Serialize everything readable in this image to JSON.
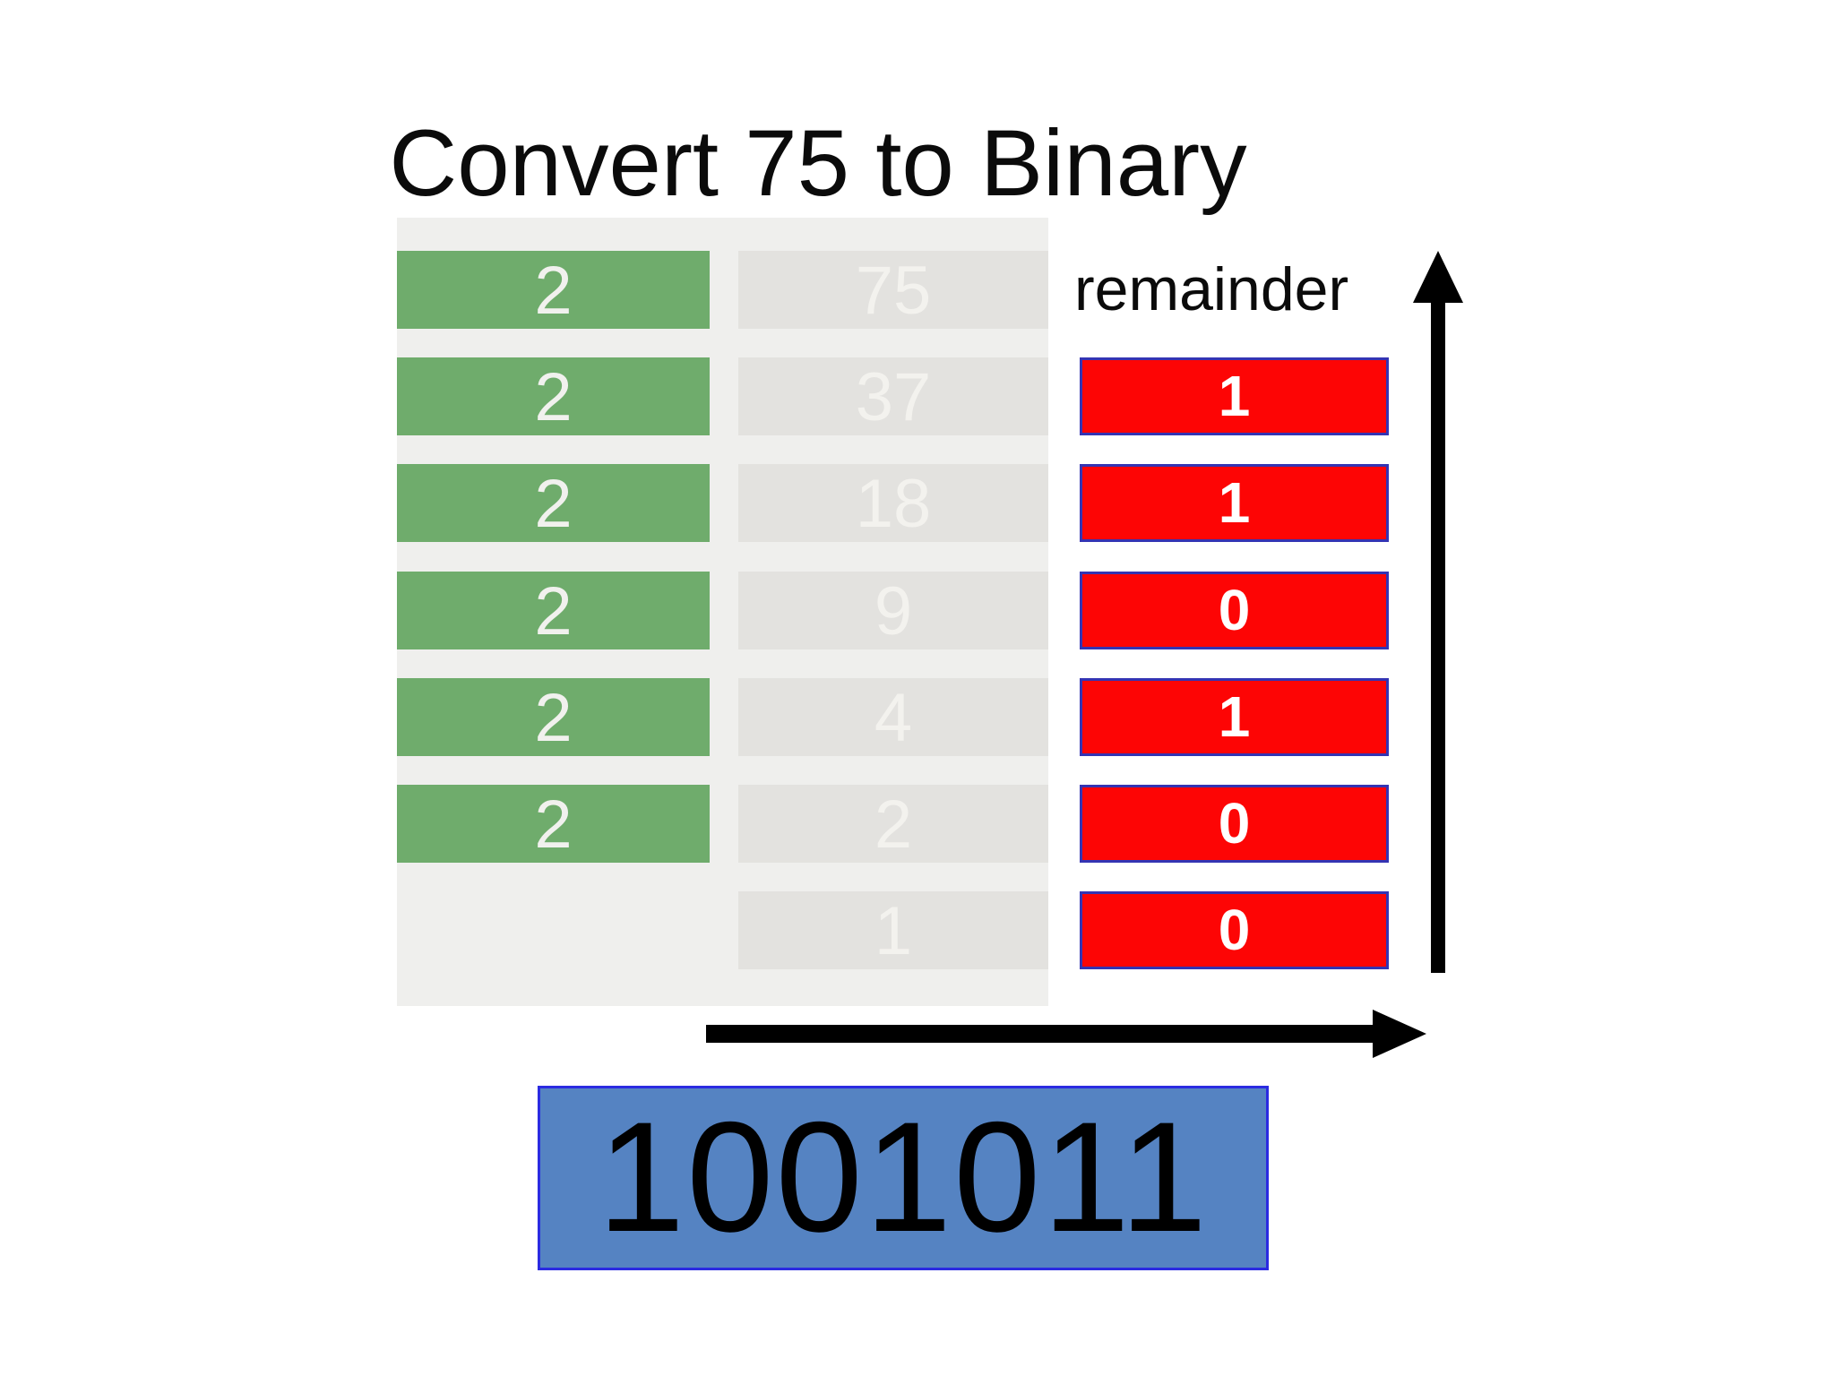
{
  "title": "Convert 75 to Binary",
  "remainder_label": "remainder",
  "division_steps": [
    {
      "divisor": "2",
      "value": "75",
      "remainder": ""
    },
    {
      "divisor": "2",
      "value": "37",
      "remainder": "1"
    },
    {
      "divisor": "2",
      "value": "18",
      "remainder": "1"
    },
    {
      "divisor": "2",
      "value": "9",
      "remainder": "0"
    },
    {
      "divisor": "2",
      "value": "4",
      "remainder": "1"
    },
    {
      "divisor": "2",
      "value": "2",
      "remainder": "0"
    },
    {
      "divisor": "",
      "value": "1",
      "remainder": "0"
    }
  ],
  "result": "1001011",
  "colors": {
    "title_text": "#0b0b0b",
    "panel_fill": "#efefed",
    "divisor_fill": "#6fac6c",
    "divisor_text": "#f1f1ee",
    "quotient_fill": "#e3e2df",
    "quotient_text": "#f3f2ee",
    "remainder_fill": "#fd0505",
    "remainder_border": "#3434b3",
    "remainder_text": "#ffffff",
    "result_fill": "#5583c2",
    "result_border": "#2b2be1",
    "result_text": "#000000",
    "arrow": "#000000"
  }
}
